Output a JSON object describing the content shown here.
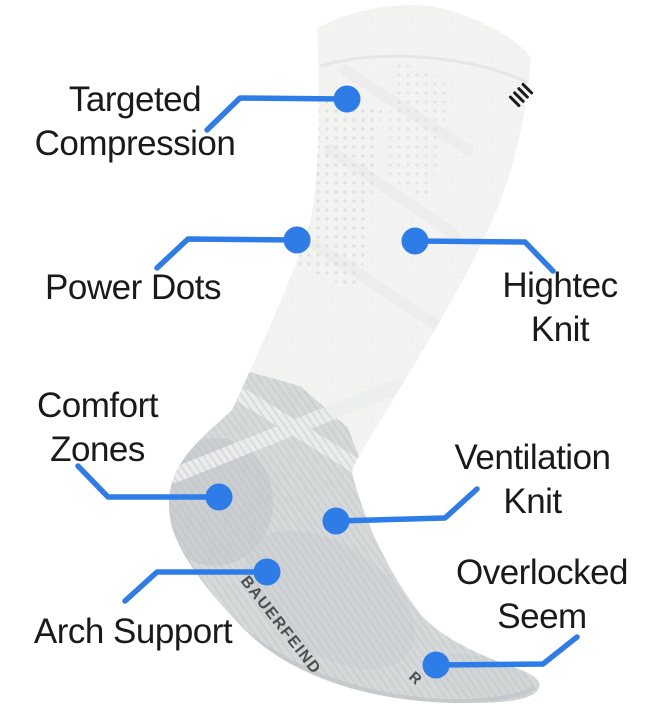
{
  "diagram": {
    "type": "product-feature-callout",
    "subject": "compression sock",
    "background": "#ffffff"
  },
  "colors": {
    "accent": "#2e7ce8",
    "label_text": "#1a1a1a",
    "sock_leg": "#f3f3f2",
    "sock_foot": "#d6d9da",
    "sock_heel": "#c6cacc",
    "brand_text_color": "#4a4e51",
    "cuff_marks": "#1c1c1c"
  },
  "callouts": [
    {
      "id": "targeted-compression",
      "line1": "Targeted",
      "line2": "Compression"
    },
    {
      "id": "power-dots",
      "line1": "Power Dots",
      "line2": ""
    },
    {
      "id": "hightec-knit",
      "line1": "Hightec",
      "line2": "Knit"
    },
    {
      "id": "comfort-zones",
      "line1": "Comfort",
      "line2": "Zones"
    },
    {
      "id": "ventilation-knit",
      "line1": "Ventilation",
      "line2": "Knit"
    },
    {
      "id": "arch-support",
      "line1": "Arch Support",
      "line2": ""
    },
    {
      "id": "overlocked-seem",
      "line1": "Overlocked",
      "line2": "Seem"
    }
  ],
  "sock": {
    "brand_text": "BAUERFEIND",
    "toe_mark": "R"
  }
}
